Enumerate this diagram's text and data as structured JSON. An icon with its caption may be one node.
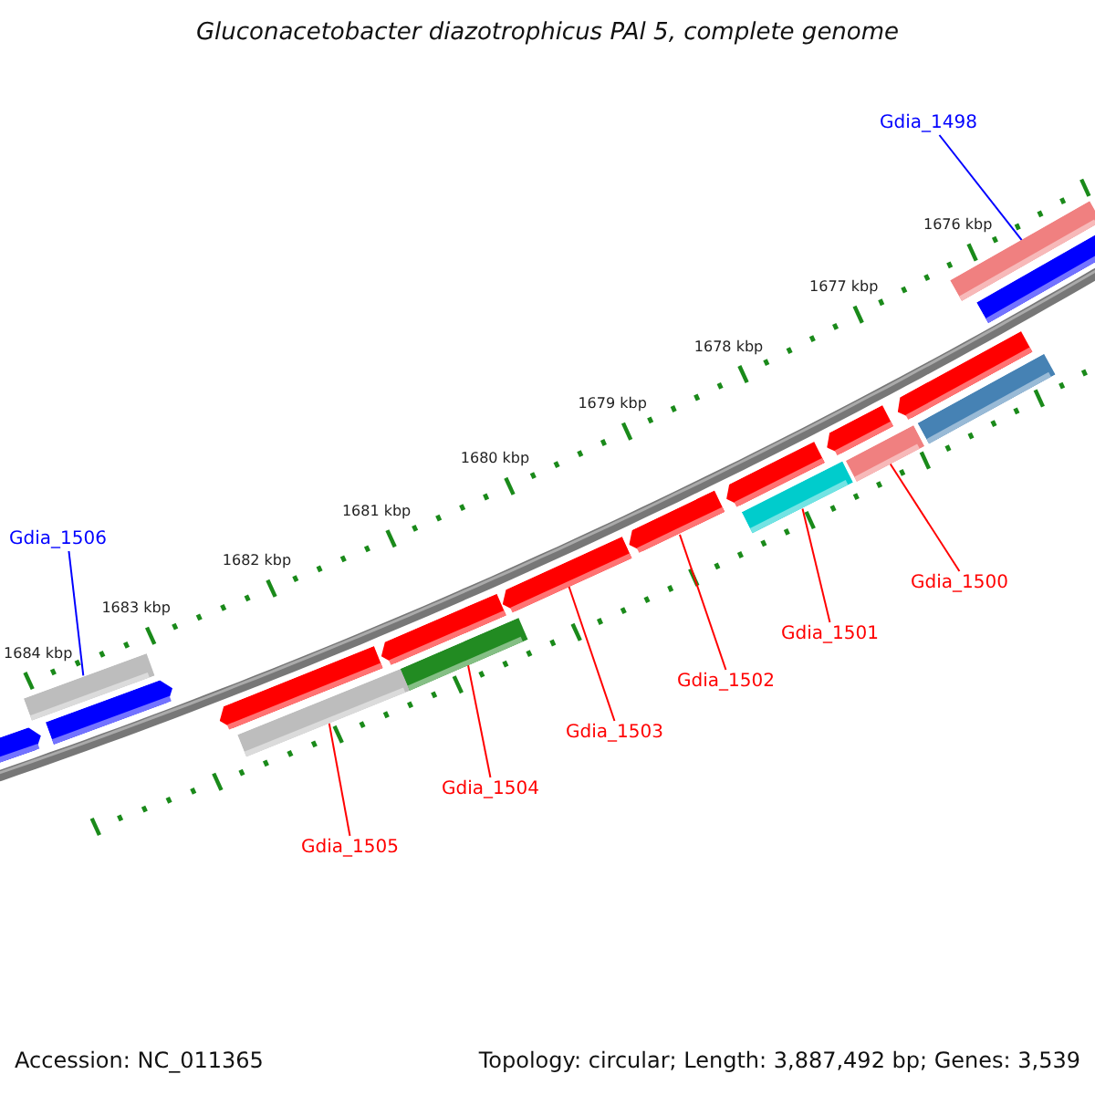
{
  "diagram": {
    "title": "Gluconacetobacter diazotrophicus PAl 5, complete genome",
    "nodes": [
      {
        "text": [
          "Gdia_1498"
        ]
      },
      {
        "text": [
          "Gdia_1506"
        ]
      },
      {
        "text": [
          "Gdia_1500"
        ]
      },
      {
        "text": [
          "Gdia_1501"
        ]
      },
      {
        "text": [
          "Gdia_1502"
        ]
      },
      {
        "text": [
          "Gdia_1503"
        ]
      },
      {
        "text": [
          "Gdia_1504"
        ]
      },
      {
        "text": [
          "Gdia_1505"
        ]
      },
      {
        "text": [],
        "shape": "pentagon"
      },
      {
        "text": [],
        "shape": "bar"
      },
      {
        "text": [],
        "shape": "pentagon"
      },
      {
        "text": [],
        "shape": "pentagon"
      },
      {
        "text": [],
        "shape": "bar"
      },
      {
        "text": [],
        "shape": "pentagon"
      },
      {
        "text": [],
        "shape": "bar"
      },
      {
        "text": [],
        "shape": "pentagon"
      },
      {
        "text": [],
        "shape": "pentagon"
      },
      {
        "text": [],
        "shape": "pentagon"
      },
      {
        "text": [],
        "shape": "bar"
      },
      {
        "text": [],
        "shape": "pentagon"
      },
      {
        "text": [],
        "shape": "bar"
      },
      {
        "text": [],
        "shape": "pentagon"
      },
      {
        "text": [],
        "shape": "bar"
      },
      {
        "text": [],
        "shape": "bar"
      },
      {
        "text": [],
        "shape": "pentagon"
      }
    ],
    "edges": [
      {
        "from": 0,
        "to": 23,
        "arrow": "none",
        "color": "#0000ff"
      },
      {
        "from": 1,
        "to": 9,
        "arrow": "none",
        "color": "#0000ff"
      },
      {
        "from": 2,
        "to": 20,
        "arrow": "none"
      },
      {
        "from": 3,
        "to": 18,
        "arrow": "none"
      },
      {
        "from": 4,
        "to": 16,
        "arrow": "none"
      },
      {
        "from": 5,
        "to": 15,
        "arrow": "none"
      },
      {
        "from": 6,
        "to": 14,
        "arrow": "none"
      },
      {
        "from": 7,
        "to": 12,
        "arrow": "none"
      }
    ],
    "labels": [
      "1676 kbp",
      "1677 kbp",
      "1678 kbp",
      "1679 kbp",
      "1680 kbp",
      "1681 kbp",
      "1682 kbp",
      "1683 kbp",
      "1684 kbp",
      "Accession: NC_011365",
      "Topology: circular; Length: 3,887,492 bp; Genes: 3,539"
    ]
  }
}
